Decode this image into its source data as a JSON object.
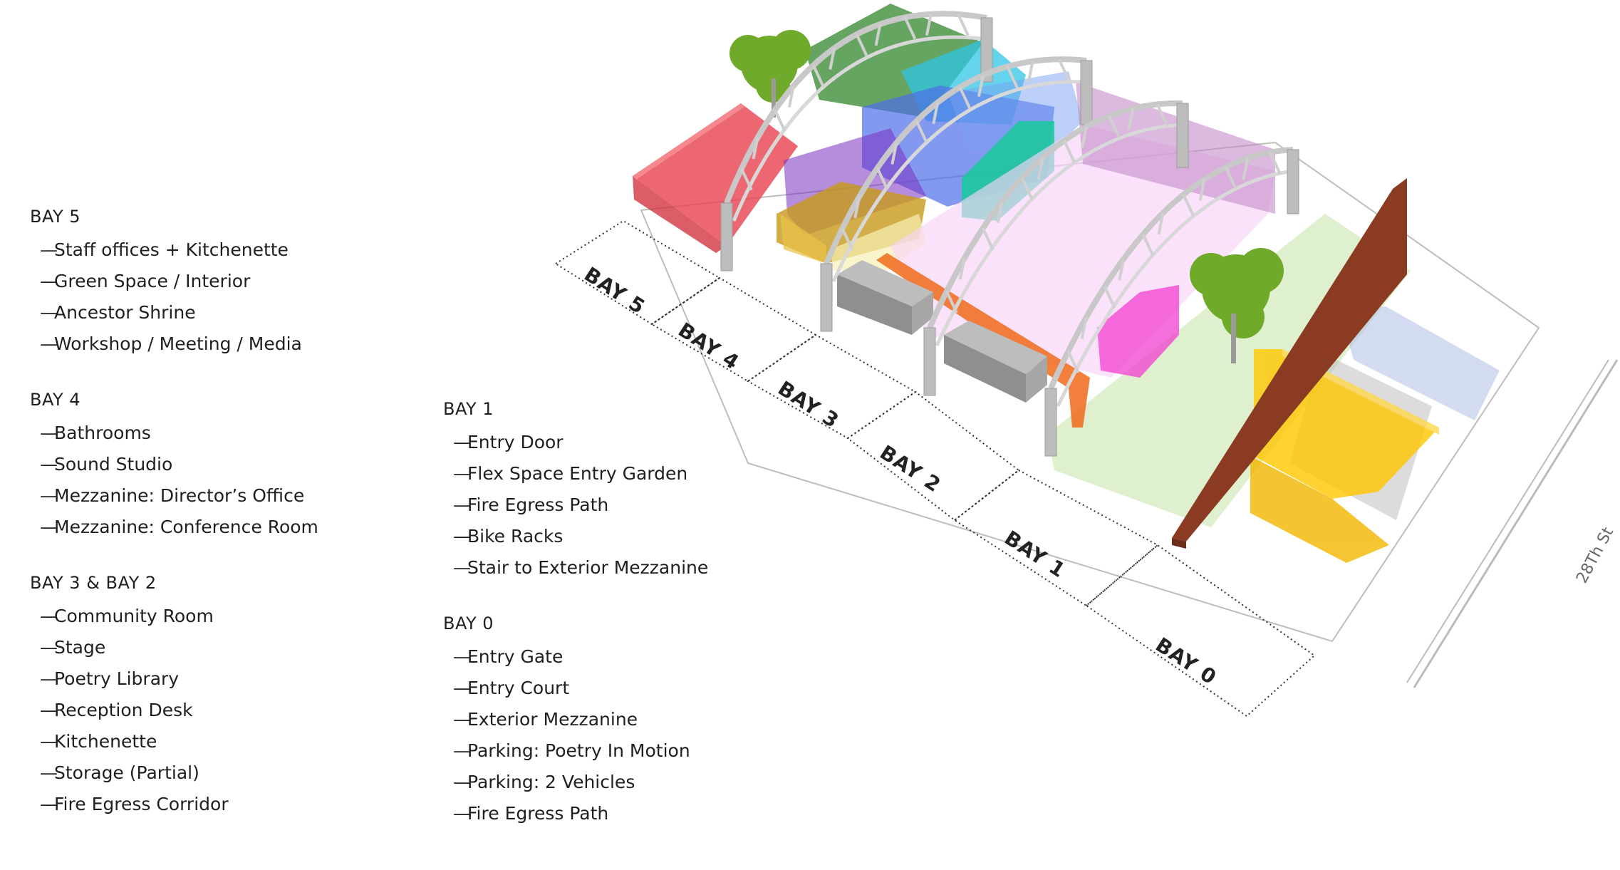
{
  "legend_left": [
    {
      "title": "BAY 5",
      "items": [
        "Staff offices + Kitchenette",
        "Green Space / Interior",
        "Ancestor Shrine",
        "Workshop / Meeting / Media"
      ]
    },
    {
      "title": "BAY 4",
      "items": [
        "Bathrooms",
        "Sound Studio",
        "Mezzanine: Director’s Office",
        "Mezzanine: Conference Room"
      ]
    },
    {
      "title": "BAY 3 & BAY 2",
      "items": [
        "Community Room",
        "Stage",
        "Poetry Library",
        "Reception Desk",
        "Kitchenette",
        "Storage (Partial)",
        "Fire Egress Corridor"
      ]
    }
  ],
  "legend_right": [
    {
      "title": "BAY 1",
      "items": [
        "Entry Door",
        "Flex Space Entry Garden",
        "Fire Egress Path",
        "Bike Racks",
        "Stair to Exterior Mezzanine"
      ]
    },
    {
      "title": "BAY 0",
      "items": [
        "Entry Gate",
        "Entry Court",
        "Exterior Mezzanine",
        "Parking: Poetry In Motion",
        "Parking: 2 Vehicles",
        "Fire Egress Path"
      ]
    }
  ],
  "diagram": {
    "bay_labels": [
      "BAY 5",
      "BAY 4",
      "BAY 3",
      "BAY 2",
      "BAY 1",
      "BAY 0"
    ],
    "street_label": "28Th St",
    "colors": {
      "red": "#e8424f",
      "green": "#3f8f3a",
      "cyan": "#2fc6e6",
      "blue": "#4f6ee8",
      "teal": "#19c99a",
      "purple": "#a35fc0",
      "pink": "#f0b8f0",
      "magenta": "#f23fd0",
      "orange": "#f06a1a",
      "yellow": "#ffc800",
      "ochre": "#c89a1a",
      "brick": "#8a3b22",
      "tree": "#6faa2a",
      "ground": "#cfe8b8",
      "truss": "#d6d6d6"
    }
  }
}
